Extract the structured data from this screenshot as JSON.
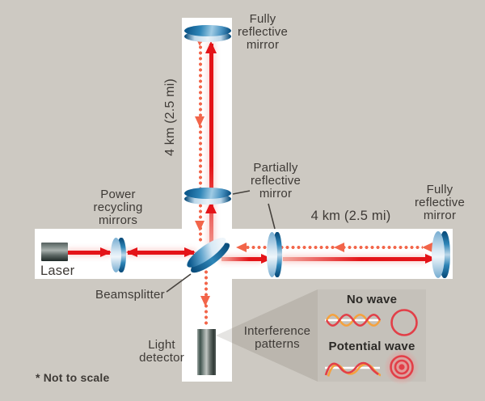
{
  "colors": {
    "background": "#cdc9c2",
    "arm_white": "#ffffff",
    "solid_beam_red": "#e41318",
    "dotted_beam_orange": "#f2654a",
    "mirror_blue_dark": "#0a4e7d",
    "mirror_blue_mid": "#2f86b8",
    "mirror_blue_light": "#d9e9f4",
    "text": "#3e3a36",
    "inset_background": "#c5c1ba",
    "wave_red": "#e23f48",
    "wave_orange": "#f5a23d",
    "interference_white_line": "#ffffff"
  },
  "labels": {
    "top_mirror": "Fully\nreflective\nmirror",
    "arm_vertical": "4 km (2.5 mi)",
    "power_recycling": "Power\nrecycling\nmirrors",
    "partial_mirror": "Partially\nreflective\nmirror",
    "arm_horizontal": "4 km (2.5 mi)",
    "right_mirror": "Fully\nreflective\nmirror",
    "laser": "Laser",
    "beamsplitter": "Beamsplitter",
    "light_detector": "Light\ndetector",
    "interference": "Interference\npatterns",
    "not_to_scale": "* Not to scale"
  },
  "inset": {
    "no_wave": "No wave",
    "potential_wave": "Potential wave"
  }
}
